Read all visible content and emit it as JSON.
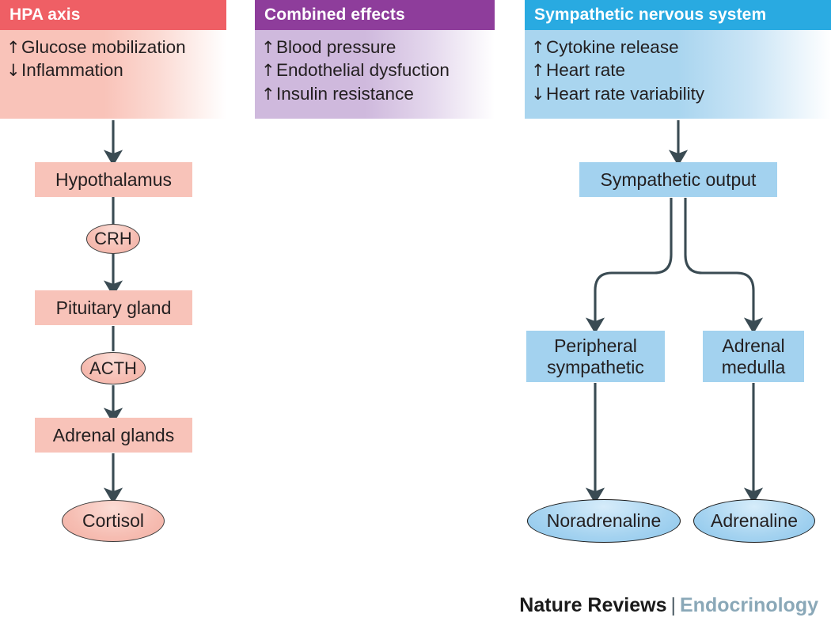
{
  "panels": [
    {
      "id": "hpa",
      "title": "HPA axis",
      "header_color": "#ef5f65",
      "body_color": "#f8c3b9",
      "effects": [
        {
          "arrow": "↑",
          "label": "Glucose mobilization"
        },
        {
          "arrow": "↓",
          "label": "Inflammation"
        }
      ]
    },
    {
      "id": "combined",
      "title": "Combined effects",
      "header_color": "#8e3d9b",
      "body_color": "#cfb9dd",
      "effects": [
        {
          "arrow": "↑",
          "label": "Blood pressure"
        },
        {
          "arrow": "↑",
          "label": "Endothelial dysfuction"
        },
        {
          "arrow": "↑",
          "label": "Insulin resistance"
        }
      ]
    },
    {
      "id": "sns",
      "title": "Sympathetic nervous system",
      "header_color": "#29aae1",
      "body_color": "#a3d2ef",
      "effects": [
        {
          "arrow": "↑",
          "label": "Cytokine release"
        },
        {
          "arrow": "↑",
          "label": "Heart rate"
        },
        {
          "arrow": "↓",
          "label": "Heart rate variability"
        }
      ]
    }
  ],
  "hpa_flow": {
    "hypothalamus": "Hypothalamus",
    "crh": "CRH",
    "pituitary_gland": "Pituitary gland",
    "acth": "ACTH",
    "adrenal_glands": "Adrenal glands",
    "cortisol": "Cortisol"
  },
  "sns_flow": {
    "sympathetic_output": "Sympathetic output",
    "peripheral_sympathetic": "Peripheral\nsympathetic",
    "peripheral_sympathetic_line1": "Peripheral",
    "peripheral_sympathetic_line2": "sympathetic",
    "adrenal_medulla_line1": "Adrenal",
    "adrenal_medulla_line2": "medulla",
    "noradrenaline": "Noradrenaline",
    "adrenaline": "Adrenaline"
  },
  "footer": {
    "brand": "Nature Reviews",
    "separator": "|",
    "journal": "Endocrinology"
  },
  "colors": {
    "arrow": "#3a4b53",
    "pink_box": "#f8c3b9",
    "blue_box": "#a3d2ef",
    "hpa_header": "#ef5f65",
    "combined_header": "#8e3d9b",
    "sns_header": "#29aae1",
    "journal_blue": "#8aa8b8"
  }
}
